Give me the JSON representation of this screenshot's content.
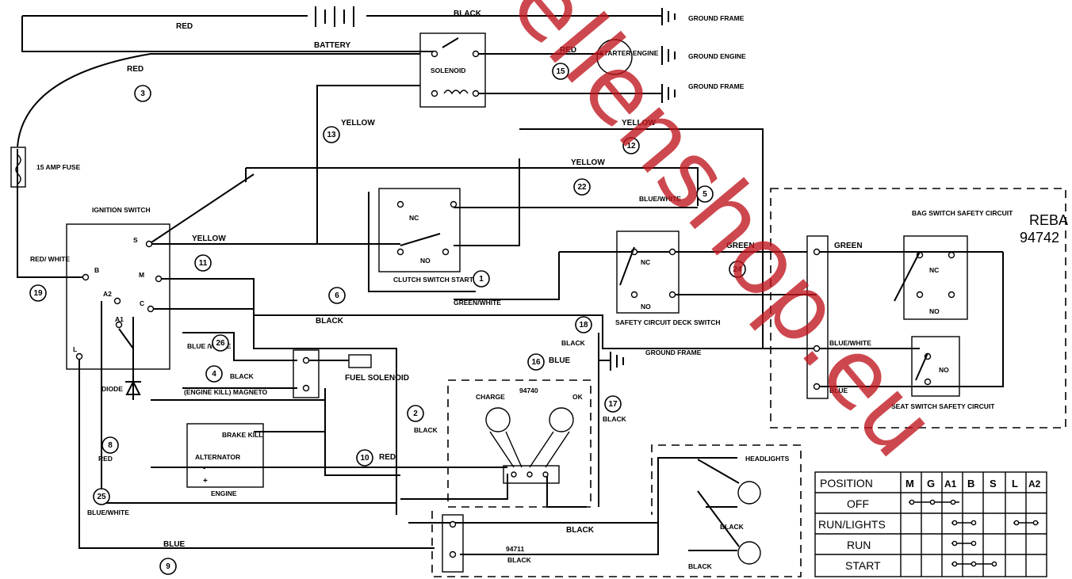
{
  "labels": {
    "red_top": "RED",
    "battery": "BATTERY",
    "black_top": "BLACK",
    "ground_frame": "GROUND FRAME",
    "ground_engine": "GROUND ENGINE",
    "ground_frame_2": "GROUND FRAME",
    "solenoid": "SOLENOID",
    "starter_engine": "STARTER ENGINE",
    "red_15": "RED",
    "red_3": "RED",
    "yellow_13": "YELLOW",
    "yellow_12": "YELLOW",
    "yellow_22": "YELLOW",
    "blue_white_5": "BLUE/WHITE",
    "fuse": "15 AMP FUSE",
    "ignition_switch": "IGNITION SWITCH",
    "yellow_11": "YELLOW",
    "red_white_19": "RED/ WHITE",
    "clutch_switch": "CLUTCH SWITCH START",
    "green_white_1": "GREEN/WHITE",
    "safety_deck": "SAFETY CIRCUIT DECK SWITCH",
    "green_24": "GREEN",
    "green_right": "GREEN",
    "bag_switch": "BAG SWITCH SAFETY CIRCUIT",
    "reba": "REBA",
    "reba_num": "94742",
    "black_6": "BLACK",
    "black_18": "BLACK",
    "ground_frame_3": "GROUND FRAME",
    "blue_white_26": "BLUE /WHITE",
    "black_4": "BLACK",
    "magneto": "(ENGINE KILL) MAGNETO",
    "fuel_solenoid": "FUEL SOLENOID",
    "blue_16": "BLUE",
    "module_num": "94740",
    "charge": "CHARGE",
    "ok": "OK",
    "blue_white_right": "BLUE/WHITE",
    "blue_right": "BLUE",
    "seat_switch": "SEAT SWITCH SAFETY CIRCUIT",
    "diode": "DIODE",
    "black_2": "BLACK",
    "black_17": "BLACK",
    "red_8": "RED",
    "brake_kill": "BRAKE KILL",
    "alternator": "ALTERNATOR",
    "minus": "-",
    "plus": "+",
    "engine": "ENGINE",
    "red_10": "RED",
    "headlights": "HEADLIGHTS",
    "blue_white_25": "BLUE/WHITE",
    "black_bottom": "BLACK",
    "black_94711": "BLACK",
    "part_94711": "94711",
    "blue_9": "BLUE",
    "black_hl1": "BLACK",
    "black_hl2": "BLACK",
    "nc": "NC",
    "no": "NO",
    "sw_s": "S",
    "sw_b": "B",
    "sw_m": "M",
    "sw_c": "C",
    "sw_a2": "A2",
    "sw_a1": "A1",
    "sw_l": "L"
  },
  "wire_numbers": [
    "15",
    "3",
    "13",
    "12",
    "22",
    "5",
    "11",
    "19",
    "1",
    "24",
    "6",
    "18",
    "26",
    "4",
    "16",
    "2",
    "17",
    "8",
    "10",
    "25",
    "9"
  ],
  "position_table": {
    "headers": [
      "POSITION",
      "M",
      "G",
      "A1",
      "B",
      "S",
      "L",
      "A2"
    ],
    "rows": [
      "OFF",
      "RUN/LIGHTS",
      "RUN",
      "START"
    ]
  },
  "watermark": "sellenshop.eu",
  "colors": {
    "ink": "#000000",
    "watermark": "#c0151d",
    "paper": "#ffffff"
  }
}
